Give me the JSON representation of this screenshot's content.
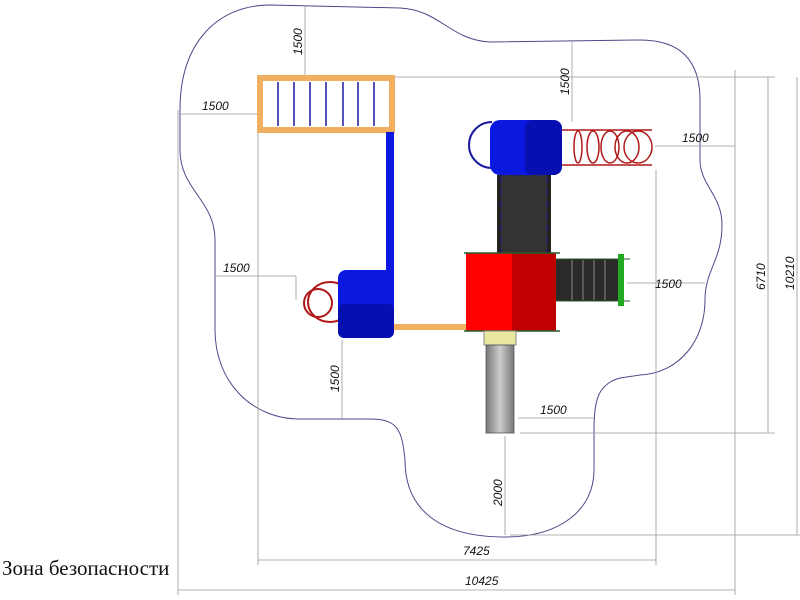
{
  "caption": "Зона безопасности",
  "dimensions": {
    "top_ladder_clearance": "1500",
    "left_ladder_clearance": "1500",
    "top_tower_clearance": "1500",
    "right_tunnel_clearance": "1500",
    "left_panel_clearance": "1500",
    "right_crawl_clearance": "1500",
    "bottom_left_clearance": "1500",
    "slide_side_clearance": "1500",
    "slide_end_clearance": "2000",
    "inner_height": "6710",
    "total_height": "10210",
    "inner_width": "7425",
    "total_width": "10425"
  },
  "colors": {
    "zone_outline": "#4a4a8a",
    "blue": "#0a18e0",
    "red": "#e60000",
    "black": "#222222",
    "wood": "#f0b060"
  }
}
